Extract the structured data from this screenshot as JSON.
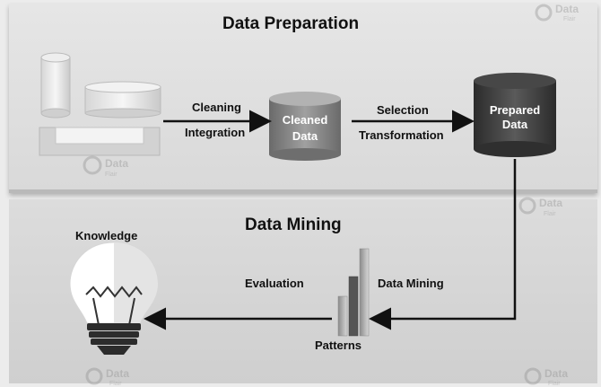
{
  "sections": {
    "top_title": "Data Preparation",
    "bottom_title": "Data Mining"
  },
  "nodes": {
    "cleaned_data": {
      "line1": "Cleaned",
      "line2": "Data"
    },
    "prepared_data": {
      "line1": "Prepared",
      "line2": "Data"
    },
    "knowledge": "Knowledge",
    "patterns": "Patterns"
  },
  "edges": {
    "cleaning": "Cleaning",
    "integration": "Integration",
    "selection": "Selection",
    "transformation": "Transformation",
    "evaluation": "Evaluation",
    "data_mining": "Data Mining"
  },
  "watermark": {
    "line1": "Data",
    "line2": "Flair"
  },
  "colors": {
    "top_panel": "#e2e2e2",
    "bottom_panel": "#d4d4d4",
    "cleaned_cylinder": "#7d7d7d",
    "prepared_cylinder": "#3e3e3e",
    "arrow": "#111111"
  }
}
